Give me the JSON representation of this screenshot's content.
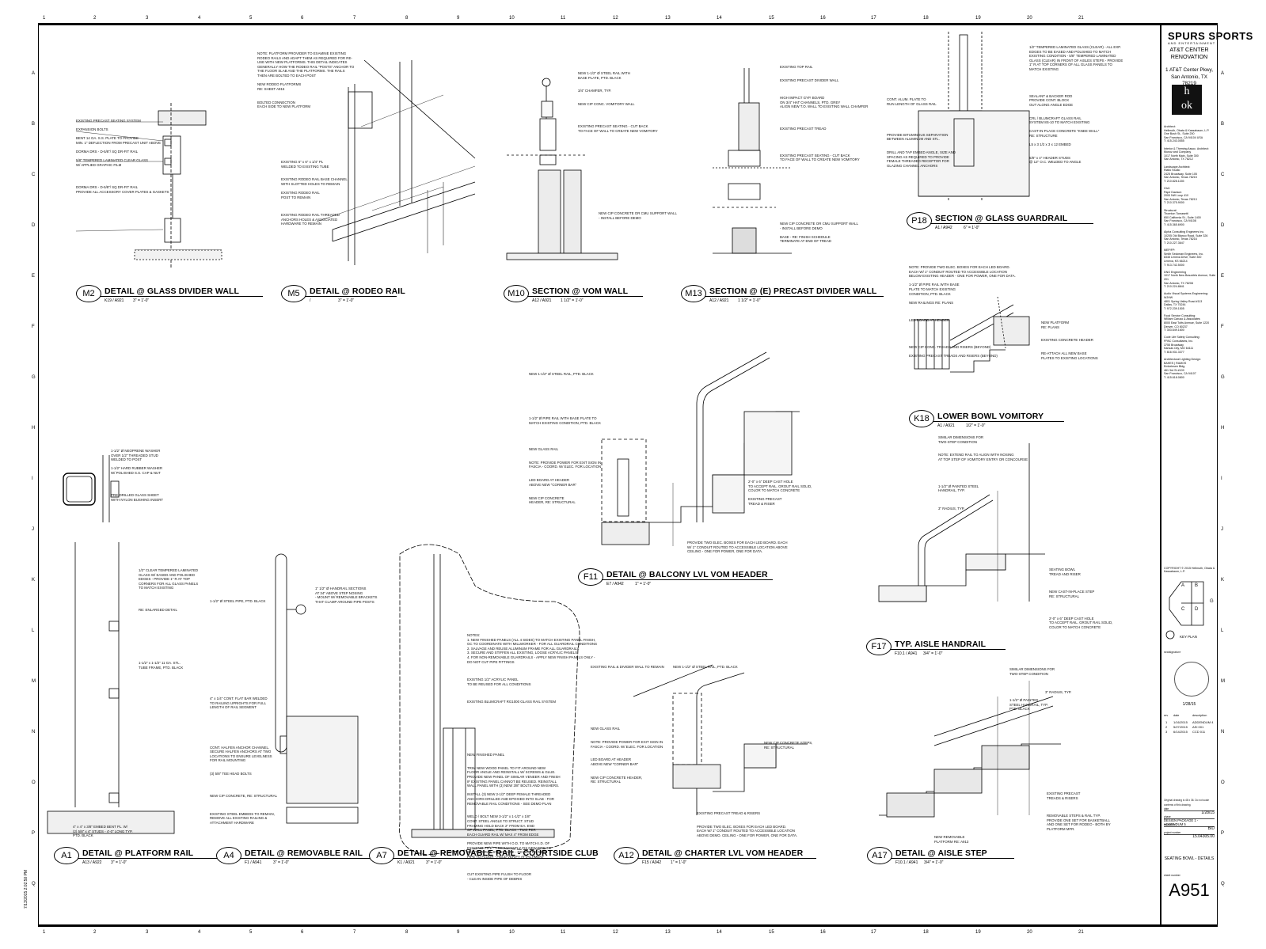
{
  "column_numbers": [
    "1",
    "2",
    "3",
    "4",
    "5",
    "6",
    "7",
    "8",
    "9",
    "10",
    "11",
    "12",
    "13",
    "14",
    "15",
    "16",
    "17",
    "18",
    "19",
    "20",
    "21"
  ],
  "row_letters": [
    "A",
    "B",
    "C",
    "D",
    "E",
    "F",
    "G",
    "H",
    "I",
    "J",
    "K",
    "L",
    "M",
    "N",
    "O",
    "P",
    "Q"
  ],
  "details": [
    {
      "id": "M2",
      "title": "DETAIL @ GLASS DIVIDER WALL",
      "ref": "K19 / A921",
      "scale": "3\" = 1'-0\""
    },
    {
      "id": "M5",
      "title": "DETAIL @ RODEO RAIL",
      "ref": "/",
      "scale": "3\" = 1'-0\""
    },
    {
      "id": "M10",
      "title": "SECTION @ VOM WALL",
      "ref": "A12 / A921",
      "scale": "1 1/2\" = 1'-0\""
    },
    {
      "id": "M13",
      "title": "SECTION @ (E) PRECAST DIVIDER WALL",
      "ref": "A12 / A921",
      "scale": "1 1/2\" = 1'-0\""
    },
    {
      "id": "P18",
      "title": "SECTION @ GLASS GUARDRAIL",
      "ref": "A1 / A942",
      "scale": "6\" = 1'-0\""
    },
    {
      "id": "K18",
      "title": "LOWER BOWL VOMITORY",
      "ref": "A1 / A921",
      "scale": "1/2\" = 1'-0\""
    },
    {
      "id": "F11",
      "title": "DETAIL @ BALCONY LVL VOM HEADER",
      "ref": "E7 / A942",
      "scale": "1\" = 1'-0\""
    },
    {
      "id": "F17",
      "title": "TYP. AISLE HANDRAIL",
      "ref": "F10.1 / A941",
      "scale": "3/4\" = 1'-0\""
    },
    {
      "id": "A1",
      "title": "DETAIL @ PLATFORM RAIL",
      "ref": "A13 / A922",
      "scale": "3\" = 1'-0\""
    },
    {
      "id": "A4",
      "title": "DETAIL @ REMOVABLE RAIL",
      "ref": "F1 / A941",
      "scale": "3\" = 1'-0\""
    },
    {
      "id": "A7",
      "title": "DETAIL @ REMOVABLE RAIL - COURTSIDE CLUB",
      "ref": "K1 / A921",
      "scale": "3\" = 1'-0\""
    },
    {
      "id": "A12",
      "title": "DETAIL @ CHARTER LVL VOM HEADER",
      "ref": "F15 / A942",
      "scale": "1\" = 1'-0\""
    },
    {
      "id": "A17",
      "title": "DETAIL @ AISLE STEP",
      "ref": "F10.1 / A941",
      "scale": "3/4\" = 1'-0\""
    }
  ],
  "notes": {
    "m2": "EXISTING PRECAST SEATING SYSTEM\n\nEXPANSION BOLTS\n\nBENT 14 GA. S.S. PLATE TO PROVIDE\nMIN. 1\" DEFLECTION FROM PRECAST UNIT ABOVE\n\nDORMA DRS - D-5/8\"/ SQ DR-FIT RAIL\n\n5/8\" TEMPERED LAMINATED CLEAR GLASS\nW/ APPLIED GRAPHIC FILM\n\n\n\n\nDORMA DRS - D-5/8\"/ SQ DR-FIT RAIL\nPROVIDE ALL ACCESSORY COVER PLATES & GASKETS",
    "m5": "NOTE: PLATFORM PROVIDER TO EXAMINE EXISTING\nRODEO RAILS AND ADAPT THEM AS REQUIRED FOR RE-\nUSE WITH NEW PLATFORMS. THIS DETAIL INDICATES\nGENERALLY HOW THE RODEO RAIL \"POSTS\" ANCHOR TO\nTHE FLOOR SLAB AND THE PLATFORMS. THE RAILS\nTHEN ARE BOLTED TO EACH POST\n\nNEW RODEO PLATFORMS\nRE: SHEET A915\n\n\nBOLTED CONNECTION\nEACH SIDE TO NEW PLATFORM",
    "m5b": "EXISTING 6\" x 6\" x 1/4\" PL\nWELDED TO EXISTING TUBE\n\n\nEXISTING RODEO RAIL BASE CHANNEL\nWITH SLOTTED HOLES TO REMAIN\n\nEXISTING RODEO RAIL\nPOST TO REMAIN\n\n\n\nEXISTING RODEO RAIL THREADED\nANCHORS HOLES & ASSOCIATED\nHARDWARE TO REMAIN",
    "m10": "NEW 1-1/2\" Ø STEEL RAIL WITH\nBASE PLATE, PTD. BLACK\n\n\n3/4\" CHAMFER, TYP.\n\n\nNEW CIP CONC. VOMITORY WALL\n\n\n\n\nEXISTING PRECAST SEATING - CUT BACK\nTO FACE OF WALL TO CREATE NEW VOMITORY",
    "m10b": "NEW CIP CONCRETE OR CMU SUPPORT WALL\n- INSTALL BEFORE DEMO",
    "m13": "EXISTING TOP RAIL\n\n\nEXISTING PRECAST DIVIDER WALL\n\n\n\nHIGH IMPACT GYP. BOARD\nON 3/4\" HAT CHANNELS, PTD. GREY\nALIGN NEW T.O. WALL TO EXISTING WALL CHAMFER\n\n\n\n\nEXISTING PRECAST TREAD\n\n\n\n\n\nEXISTING PRECAST SEATING - CUT BACK\nTO FACE OF WALL TO CREATE NEW VOMITORY",
    "m13b": "NEW CIP CONCRETE OR CMU SUPPORT WALL\n- INSTALL BEFORE DEMO\n\nBASE - RE: FINISH SCHEDULE\nTERMINATE AT END OF TREAD",
    "p18": "1/2\" TEMPERED LAMINATED GLASS (CLEAR) - ALL EXP.\nEDGES TO BE EASED AND POLISHED TO MATCH\nEXISTING CONDITION - 5/8\" TEMPERED LAMINATED\nGLASS (CLEAR) IN FRONT OF AISLES STEPS - PROVIDE\n1\" R AT TOP CORNERS OF ALL GLASS PANELS TO\nMATCH EXISTING\n\n\n\n\n\nSEALANT & BACKER ROD\nPROVIDE CONT. BLOCK\nOUT ALONG ANGLE EDGE\n\n\nCRL / BLUMCRAFT GLASS RAIL\nSYSTEM 8S-10 TO MATCH EXISTING\n\nCAST-IN-PLACE CONCRETE \"KNEE WALL\"\nRE: STRUCTURE\n\nL5 x 3 1/2 x 3 x 12 EMBED\n\n\n5/8\" x 4\" HEADER STUDS\n@ 12\" O.C. WELDED TO ANGLE",
    "p18b": "CONT. ALUM. PLATE TO\nRUN LENGTH OF GLASS RAIL\n\n\n\n\n\n\nPROVIDE BITUMINOUS SEPARATION\nBETWEEN ALUMINUM AND STL.\n\n\nDRILL AND TAP EMBED ANGLE, SIZE AND\nSPACING AS REQUIRED TO PROVIDE\nFEMALE THREADED RECEPTOR FOR\nGLAZING CHANNEL ANCHORS",
    "k18": "NOTE: PROVIDE TWO ELEC. BOXES FOR EACH LED BOARD.\nEACH W/ 1\" CONDUIT ROUTED TO ACCESSIBLE LOCATION\nBELOW EXISTING HEADER - ONE FOR POWER, ONE FOR DATA.\n\n1-1/2\" Ø PIPE RAIL WITH BASE\nPLATE TO MATCH EXISTING\nCONDITION, PTD. BLACK\n\nNEW RAILINGS RE: PLANS\n\n\n\nLED BOARD AT HEADER\n\n\n\n\n\nNEW CIP CONC. TREADS AND RISERS (BEYOND)\n\nEXISTING PRECAST TREADS AND RISERS (BEYOND)",
    "k18b": "NEW PLATFORM\nRE: PLANS\n\n\nEXISTING CONCRETE HEADER\n\n\nRE-ATTACH ALL NEW BASE\nPLATES TO EXISTING LOCATIONS",
    "f11": "NEW 1-1/2\" Ø STEEL RAIL, PTD. BLACK\n\n\n\n\n\n\n\n\n\n1-1/2\" Ø PIPE RAIL WITH BASE PLATE TO\nMATCH EXISTING CONDITION, PTD. BLACK\n\n\n\n\n\nNEW GLASS RAIL\n\n\nNOTE: PROVIDE POWER FOR EXIT SIGN IN\nFASCIA - COORD. W/ ELEC. FOR LOCATION\n\n\nLED BOARD AT HEADER\nABOVE NEW \"CORNER BAR\"\n\n\nNEW CIP CONCRETE\nHEADER, RE: STRUCTURAL",
    "f11b": "2'-0\" x 6\" DEEP CAST HOLE\nTO ACCEPT RAIL. GROUT RAIL SOLID,\nCOLOR TO MATCH CONCRETE\n\nEXISTING PRECAST\nTREAD & RISER",
    "f11c": "PROVIDE TWO ELEC. BOXES FOR EACH LED BOARD. EACH\nW/ 1\" CONDUIT ROUTED TO ACCESSIBLE LOCATION ABOVE\nCEILING - ONE FOR POWER, ONE FOR DATA.",
    "f17": "SIMILAR DIMENSIONS FOR\nTWO-STEP CONDITION\n\n\nNOTE: EXTEND RAIL TO ALIGN WITH NOSING\nAT TOP STEP OF VOMITORY ENTRY OR CONCOURSE\n\n\n\n\n\n1-1/2\" Ø PAINTED STEEL\nHANDRAIL, TYP.\n\n\n\n3\" RADIUS, TYP.",
    "f17b": "SEATING BOWL\nTREAD AND RISER\n\n\n\nNEW CAST-IN-PLACE STEP\nRE: STRUCTURAL\n\n\n\n\n2'-0\" x 6\" DEEP CAST HOLE\nTO ACCEPT RAIL. GROUT RAIL SOLID,\nCOLOR TO MATCH CONCRETE",
    "a1top": "1-1/2\" Ø NEOPRENE WASHER\nOVER 1/2\" THREADED STUD\nWELDED TO POST\n\n1-1/2\" HARD RUBBER WASHER\nW/ POLISHED S.S. CAP & NUT\n\n\n\n\nPRE-DRILLED GLASS SHEET\nWITH NYLON BUSHING INSERT",
    "a1": "1/2\" CLEAR TEMPERED LAMINATED\nGLASS W/ EASED AND POLISHED\nEDGES - PROVIDE 1\" R AT TOP\nCORNERS FOR ALL GLASS PANELS\nTO MATCH EXISTING\n\n\n\n\nRE: ENLARGED DETAIL\n\n\n\n\n\n\n\n\n\n\n\n1-1/2\" x 1-1/2\" 11 GA. STL.\nTUBE FRAME, PTD. BLACK",
    "a1b": "4\" x 4\" x 3/8\" EMBED BENT PL. W/\n(2) 5/8\" x 4\" STUDS - 4'-0\" LONG TYP.\nPTD. BLACK",
    "a4": "1-1/2\" Ø STEEL PIPE, PTD. BLACK\n\n\n\n\n\n\n\n\n\n\n\n\n\n\n\n\n\n\n\n\n\n4\" x 1/4\" CONT. FLAT BAR WELDED\nTO RAILING UPRIGHTS FOR FULL\nLENGTH OF RAIL SEGMENT\n\n\n\n\n\n\n\n\nCONT. HALFEN ANCHOR CHANNEL.\nSECURE HALFEN ANCHORS AT TWO\nLOCATIONS TO ENSURE LEVELNESS\nFOR RAIL MOUNTING\n\n\n(3) 5/8\" TEE HEAD BOLTS\n\n\n\n\nNEW CIP CONCRETE, RE: STRUCTURAL\n\n\n\nEXISTING STEEL EMBEDS TO REMAIN,\nREMOVE ALL EXISTING RAILING &\nATTACHMENT HARDWARE",
    "a4b": "1\" 1/2\" Ø HANDRAIL SECTIONS\nAT 34\" ABOVE STEP NOSING\n- MOUNT W/ REMOVABLE BRACKETS\nTHAT CLAMP AROUND PIPE POSTS",
    "a7": "NOTES:\n1. NEW FINISHED PANELS (ALL 4 SIDES) TO MATCH EXISTING PANEL FINISH,\nGC TO COORDINATE WITH MILLWORKER - FOR ALL GUARDRAIL CONDITIONS\n2. SALVAGE AND REUSE ALUMINUM FRAME FOR ALL GUARDRAILS\n3. SECURE AND STIFFEN ALL EXISTING, LOOSE ACRYLIC PANELS\n4. FOR NON-REMOVABLE GUARDRAILS - APPLY NEW FINISH PANELS ONLY -\nDO NOT CUT PIPE FITTINGS\n\n\n\nEXISTING 1/2\" ACRYLIC PANEL\nTO BE REUSED FOR ALL CONDITIONS\n\n\n\nEXISTING BLUMCRAFT RG1000 GLASS RAIL SYSTEM\n\n\n\n\n\n\n\n\n\n\n\nNEW FINISHED PANEL\n\n\nTRIM NEW WOOD PANEL TO FIT AROUND NEW\nFLOOR ANGLE AND REINSTALL W/ SCREWS & GLUE.\nPROVIDE NEW PANEL OF SIMILAR VENEER AND FINISH\nIF EXISTING PANEL CANNOT BE REUSED. REINSTALL\nWALL PANEL WITH (3) NEW 3/8\" BOLTS AND WASHERS.\n\nINSTALL (3) NEW 2-1/2\" DEEP FEMALE THREADED\nANCHORS DRILLED AND EPOXIED INTO SLAB - FOR\nREMOVABLE RAIL CONDITIONS - SEE DEMO PLAN\n\n\nWELD / BOLT NEW 3-1/2\" x 1-1/2\" x 1/8\"\nCONT. STEEL ANGLE TO STRUCT. STUD\nFRAMING HOLD BACK 2\" FROM EA. END\nOF WALL PANEL, PTD. BLACK - TWO PER\nEACH GUARD RAIL W/ MAX 4\" FROM EDGE\n\nPROVIDE NEW PIPE WITH O.D. TO MATCH I.D. OF\nEXISTING PIPE - PERMANENTLY FIX NEW PIPE TO\nEXISTING RAIL STRUCTURE - DO NOT FIX NEW\nPIPE TO FLOOR - FIELD VERIFY ATTACHMENT\n\n\n\nCUT EXISTING PIPE FLUSH TO FLOOR\n- CLEAN INSIDE PIPE OF DEBRIS",
    "a12": "EXISTING RAIL & DIVIDER WALL TO REMAIN\n\n\n\n\n\n\n\n\n\n\n\n\n\nNEW GLASS RAIL\n\n\nNOTE: PROVIDE POWER FOR EXIT SIGN IN\nFASCIA - COORD. W/ ELEC. FOR LOCATION\n\n\nLED BOARD AT HEADER\nABOVE NEW \"CORNER BAR\"\n\n\nNEW CIP CONCRETE HEADER,\nRE: STRUCTURAL",
    "a12b": "NEW 1-1/2\" Ø STEEL RAIL, PTD. BLACK",
    "a12c": "NEW CIP CONCRETE STEPS,\nRE: STRUCTURAL",
    "a12d": "EXISTING PRECAST TREAD & RISERS\n\n\nPROVIDE TWO ELEC. BOXES FOR EACH LED BOARD.\nEACH W/ 1\" CONDUIT ROUTED TO ACCESSIBLE LOCATION\nABOVE DEMO. CEILING - ONE FOR POWER, ONE FOR DATA.",
    "a17": "SIMILAR DIMENSIONS FOR\nTWO-STEP CONDITION\n\n\n\n\n\n1-1/2\" Ø PAINTED\nSTEEL HANDRAIL, TYP.\nPTD. BLACK",
    "a17b": "3\" RADIUS, TYP.",
    "a17c": "EXISTING PRECAST\nTREADS & RISERS\n\n\n\nREMOVABLE STEPS & RAIL TYP.\nPROVIDE ONE SET FOR BASKETBALL\nAND ONE SET FOR RODEO - BOTH BY\nPLATFORM MFR.",
    "a17d": "NEW REMOVABLE\nPLATFORM RE: A913"
  },
  "title_block": {
    "logo": "SPURS SPORTS",
    "logo_sub": "AND ENTERTAINMENT",
    "project": "AT&T CENTER\nRENOVATION",
    "address": "1 AT&T Center Pkwy,\nSan Antonio, TX 78219",
    "architect_mark": "h\nok",
    "consultants": "Architect:\nHellmuth, Obata & Kassabaum, L.P.\nOne Bush St., Suite 200\nSan Francisco, CA 94104 USA\nT: 415.243.0555\n\nInterior & Theming Assoc. Architect:\nMunoz and Company\n1017 North Main, Suite 300\nSan Antonio, TX 78212\n\nLandscape Architect:\nRialto Studio\n2425 Broadway, Suite 105\nSan Antonio, Texas 78215\nT: 210.828.1155\n\nCivil:\nPape Dawson\n2000 NW Loop 410\nSan Antonio, Texas 78213\nT: 210.375.9000\n\nStructural:\nThornton Tomasetti\n650 California St., Suite 1400\nSan Francisco, CA 94108\nT: 415.365.6900\n\nAlpha Consulting Engineers Inc.\n10205 Old Blanco Road, Suite 326\nSan Antonio, Texas 78216\nT: 210.227.3647\n\nMEP/FP:\nSmith Seckman Engineers, Inc.\n8345 Lenexa Drive, Suite 300\nLenexa, KS 66214\nT: 913.742.5000\n\nDNG Engineering\n1017 North New Braunfels Avenue, Suite 201\nSan Antonio, TX 78208\nT: 210.224.8841\n\nAudio Visual Systems Engineering:\nWJHW\n4801 Spring Valley Road #113\nDallas, TX 75244\nT: 972.239.1505\n\nFood Service Consulting:\nWilliam Caruso & Associates\n8000 East Tufts Avenue, Suite 1220\nDenver, CO 80237\nT: 303.649.1600\n\nCode Life Safety Consulting:\nFPAC Consultants, Inc.\n3755 Broadway\nKansas City, MO 64111\nT: 816.931.3377\n\nArchitectural Lighting Design:\nBAHES | RAMOS\nEmbelesen Bldg.\n461 3rd St #109\nSan Francisco, CA 94107\nT: 415.618.0800",
    "copyright": "COPYRIGHT © 2015    Hellmuth, Obata & Kassabaum, L.P.",
    "key_plan_label": "KEY PLAN",
    "key_plan_areas": [
      "A",
      "B",
      "C",
      "D",
      "G"
    ],
    "seal_label": "sealsignature",
    "seal_date": "1/28/15",
    "rev_headers": [
      "rev",
      "date",
      "description"
    ],
    "revisions": [
      {
        "no": "1",
        "date": "1/16/2015",
        "desc": "ADDENDUM 4"
      },
      {
        "no": "2",
        "date": "5/27/2015",
        "desc": "ASI 001"
      },
      {
        "no": "3",
        "date": "6/14/2015",
        "desc": "CCD 011"
      }
    ],
    "original_note": "Original drawing is 48 x 36. Do not scale contents of this drawing.",
    "date_label": "date",
    "date": "1/28/15",
    "phase_label": "phase",
    "phase": "DESIGN PACKAGE 1 - ADDENDUM 5",
    "issued_label": "issued for",
    "issued": "BID",
    "project_no_label": "project number",
    "project_no": "15.04305.00",
    "sheet_title": "SEATING BOWL - DETAILS",
    "sheet_label": "sheet number",
    "sheet_number": "A951"
  },
  "stamp": "7/13/2015 2:02:50 PM"
}
